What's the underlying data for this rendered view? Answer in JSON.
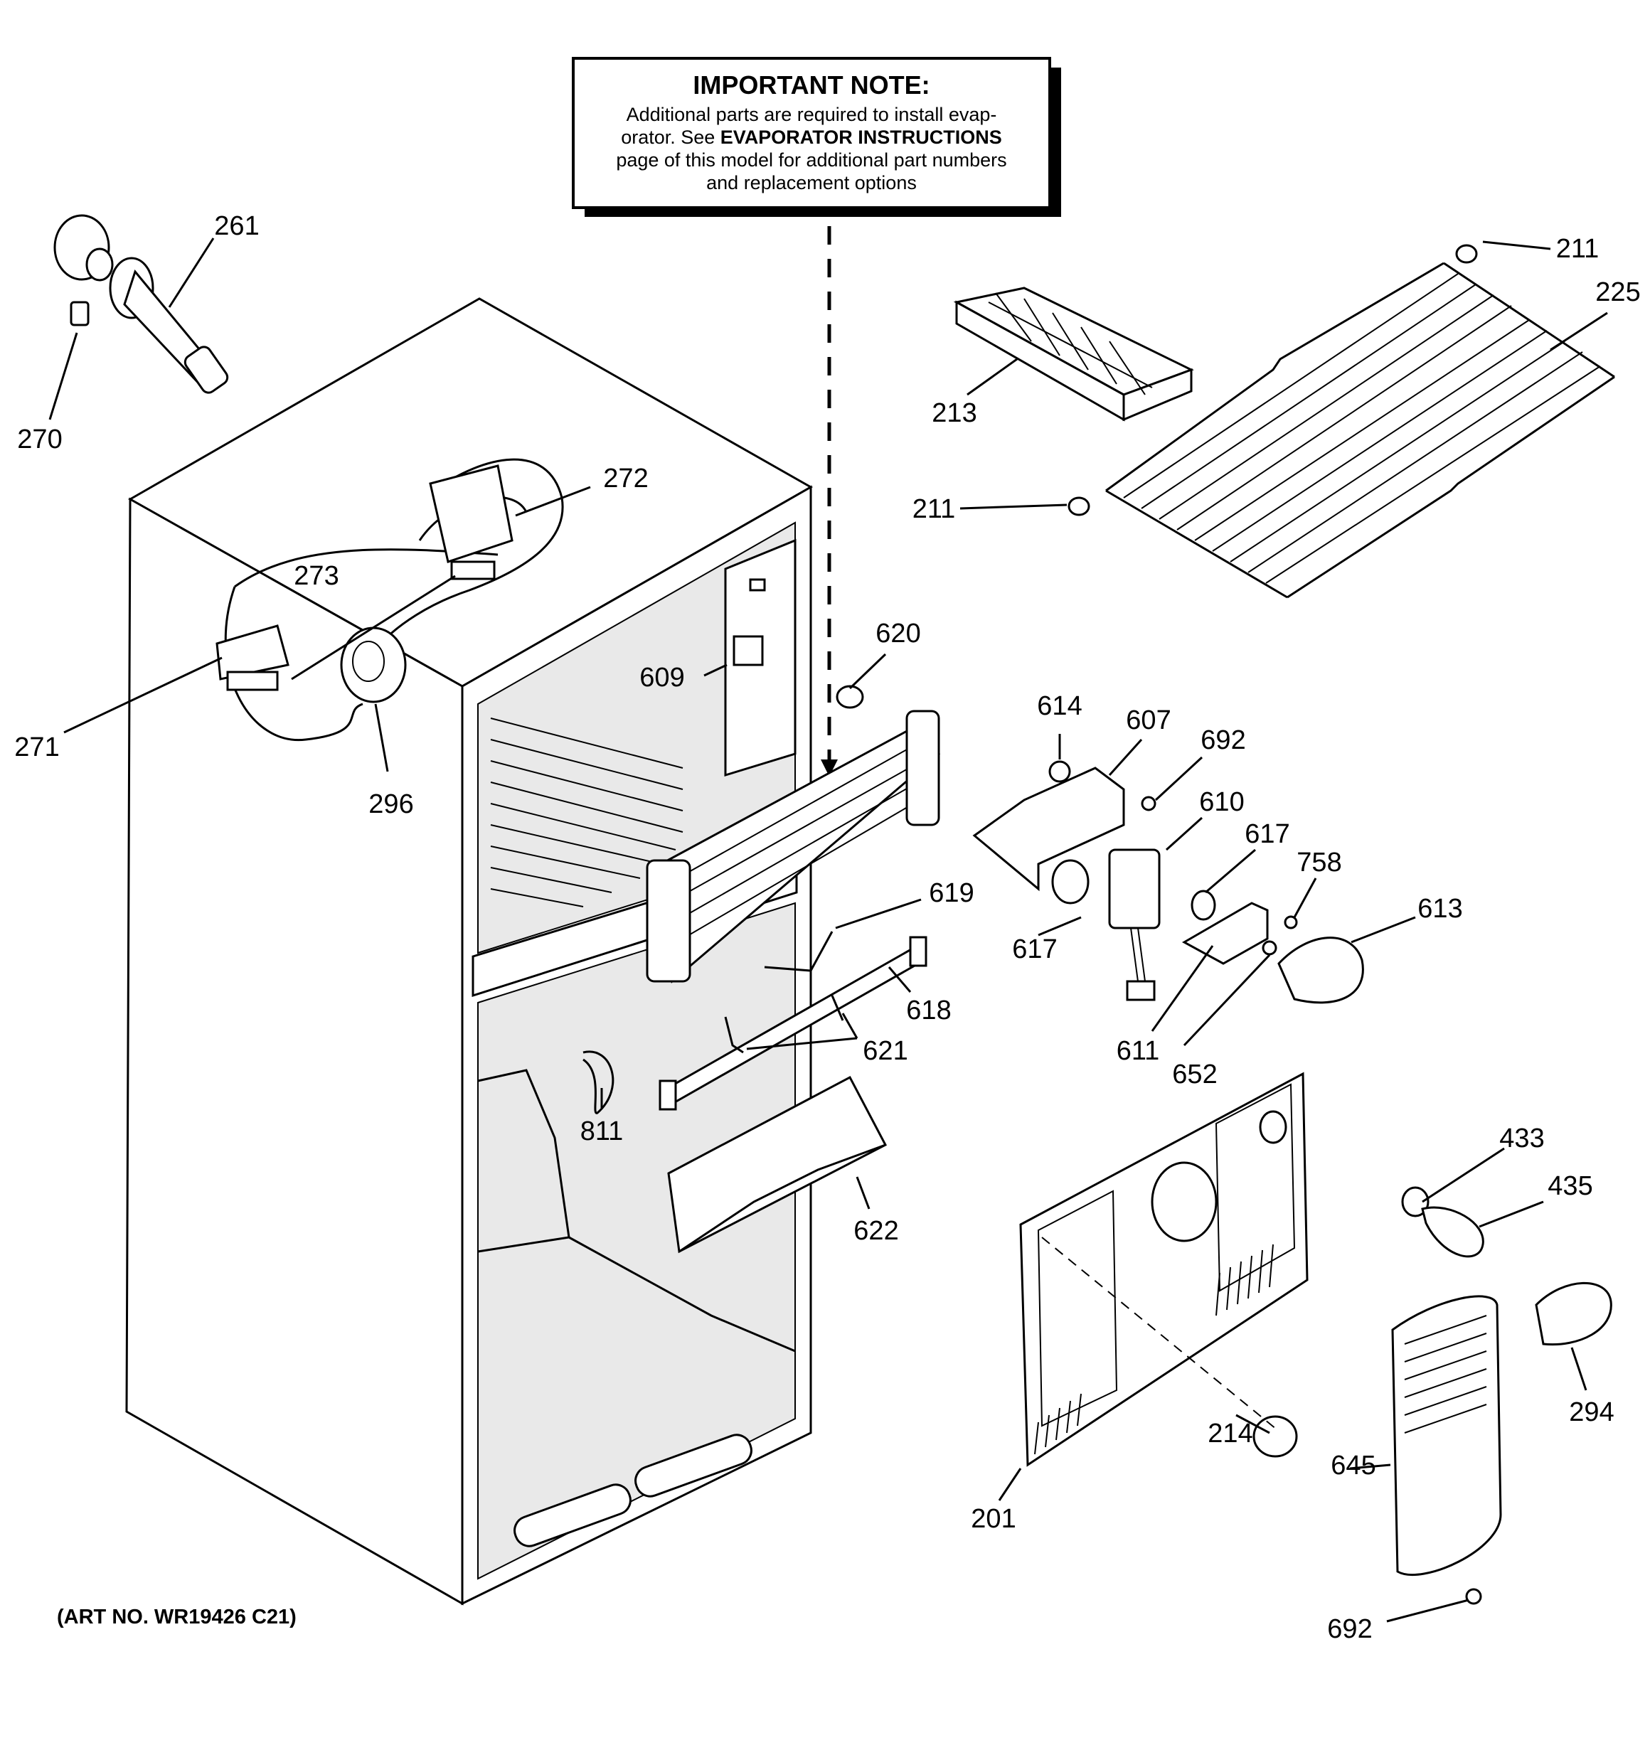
{
  "note": {
    "title": "IMPORTANT NOTE:",
    "line1": "Additional parts are required to install evap-",
    "line2_pre": "orator.  See ",
    "line2_bold": "EVAPORATOR INSTRUCTIONS",
    "line3": "page of this model for additional part numbers",
    "line4": "and replacement options"
  },
  "art_number": "(ART NO. WR19426 C21)",
  "parts": {
    "p261": "261",
    "p270": "270",
    "p272": "272",
    "p273": "273",
    "p271": "271",
    "p296": "296",
    "p211a": "211",
    "p225": "225",
    "p213": "213",
    "p211b": "211",
    "p620": "620",
    "p609": "609",
    "p614": "614",
    "p607": "607",
    "p692a": "692",
    "p610": "610",
    "p617a": "617",
    "p617b": "617",
    "p758": "758",
    "p613": "613",
    "p619": "619",
    "p618": "618",
    "p621": "621",
    "p811": "811",
    "p611": "611",
    "p652": "652",
    "p622": "622",
    "p433": "433",
    "p435": "435",
    "p214": "214",
    "p294": "294",
    "p645": "645",
    "p201": "201",
    "p692b": "692"
  }
}
